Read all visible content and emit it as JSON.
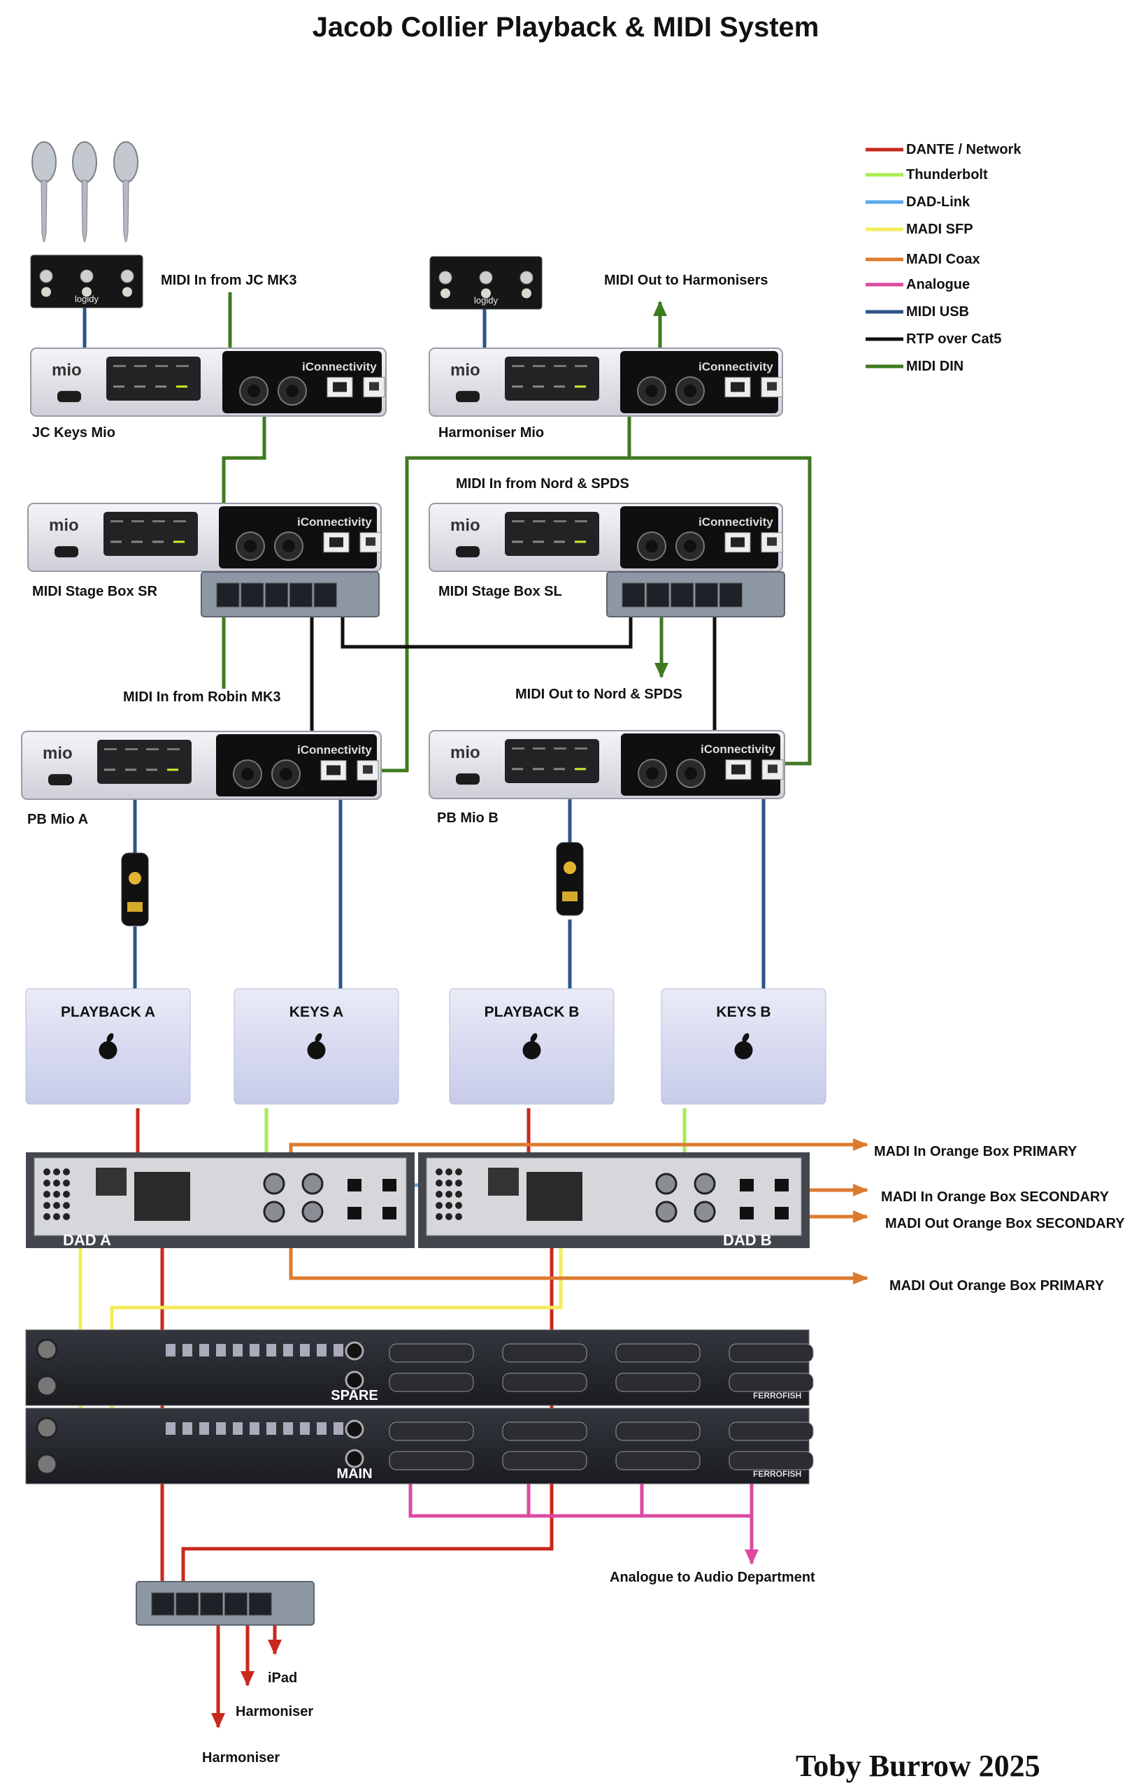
{
  "title": "Jacob Collier Playback & MIDI System",
  "signature": "Toby Burrow 2025",
  "legend": [
    {
      "label": "DANTE / Network",
      "color": "#c8281e"
    },
    {
      "label": "Thunderbolt",
      "color": "#a8ec50"
    },
    {
      "label": "DAD-Link",
      "color": "#5aa9ec"
    },
    {
      "label": "MADI SFP",
      "color": "#f4ec5a"
    },
    {
      "label": "MADI Coax",
      "color": "#dd7a2e"
    },
    {
      "label": "Analogue",
      "color": "#dd4aa0"
    },
    {
      "label": "MIDI USB",
      "color": "#2b5585"
    },
    {
      "label": "RTP over Cat5",
      "color": "#111111"
    },
    {
      "label": "MIDI DIN",
      "color": "#3f7a20"
    }
  ],
  "devices": {
    "jc_keys_mio": "JC Keys Mio",
    "harmoniser_mio": "Harmoniser Mio",
    "stage_box_sr": "MIDI Stage Box SR",
    "stage_box_sl": "MIDI Stage Box SL",
    "pb_mio_a": "PB Mio A",
    "pb_mio_b": "PB Mio B",
    "dad_a": "DAD A",
    "dad_b": "DAD B",
    "spare": "SPARE",
    "main": "MAIN",
    "ferrofish_1": "FERROFISH",
    "ferrofish_2": "FERROFISH"
  },
  "branding": {
    "mio": "mio",
    "iconnectivity": "iConnectivity",
    "logidy": "logidy"
  },
  "macs": [
    "PLAYBACK A",
    "KEYS A",
    "PLAYBACK B",
    "KEYS B"
  ],
  "labels": {
    "midi_in_jc": "MIDI In from JC MK3",
    "midi_out_harm": "MIDI Out to Harmonisers",
    "midi_in_nord": "MIDI In from Nord & SPDS",
    "midi_in_robin": "MIDI In from Robin MK3",
    "midi_out_nord": "MIDI Out to Nord & SPDS",
    "madi_in_primary": "MADI In Orange Box PRIMARY",
    "madi_in_secondary": "MADI In Orange Box SECONDARY",
    "madi_out_secondary": "MADI Out Orange Box SECONDARY",
    "madi_out_primary": "MADI Out Orange Box PRIMARY",
    "analogue_out": "Analogue to Audio Department",
    "ipad": "iPad",
    "harmoniser_1": "Harmoniser",
    "harmoniser_2": "Harmoniser"
  }
}
